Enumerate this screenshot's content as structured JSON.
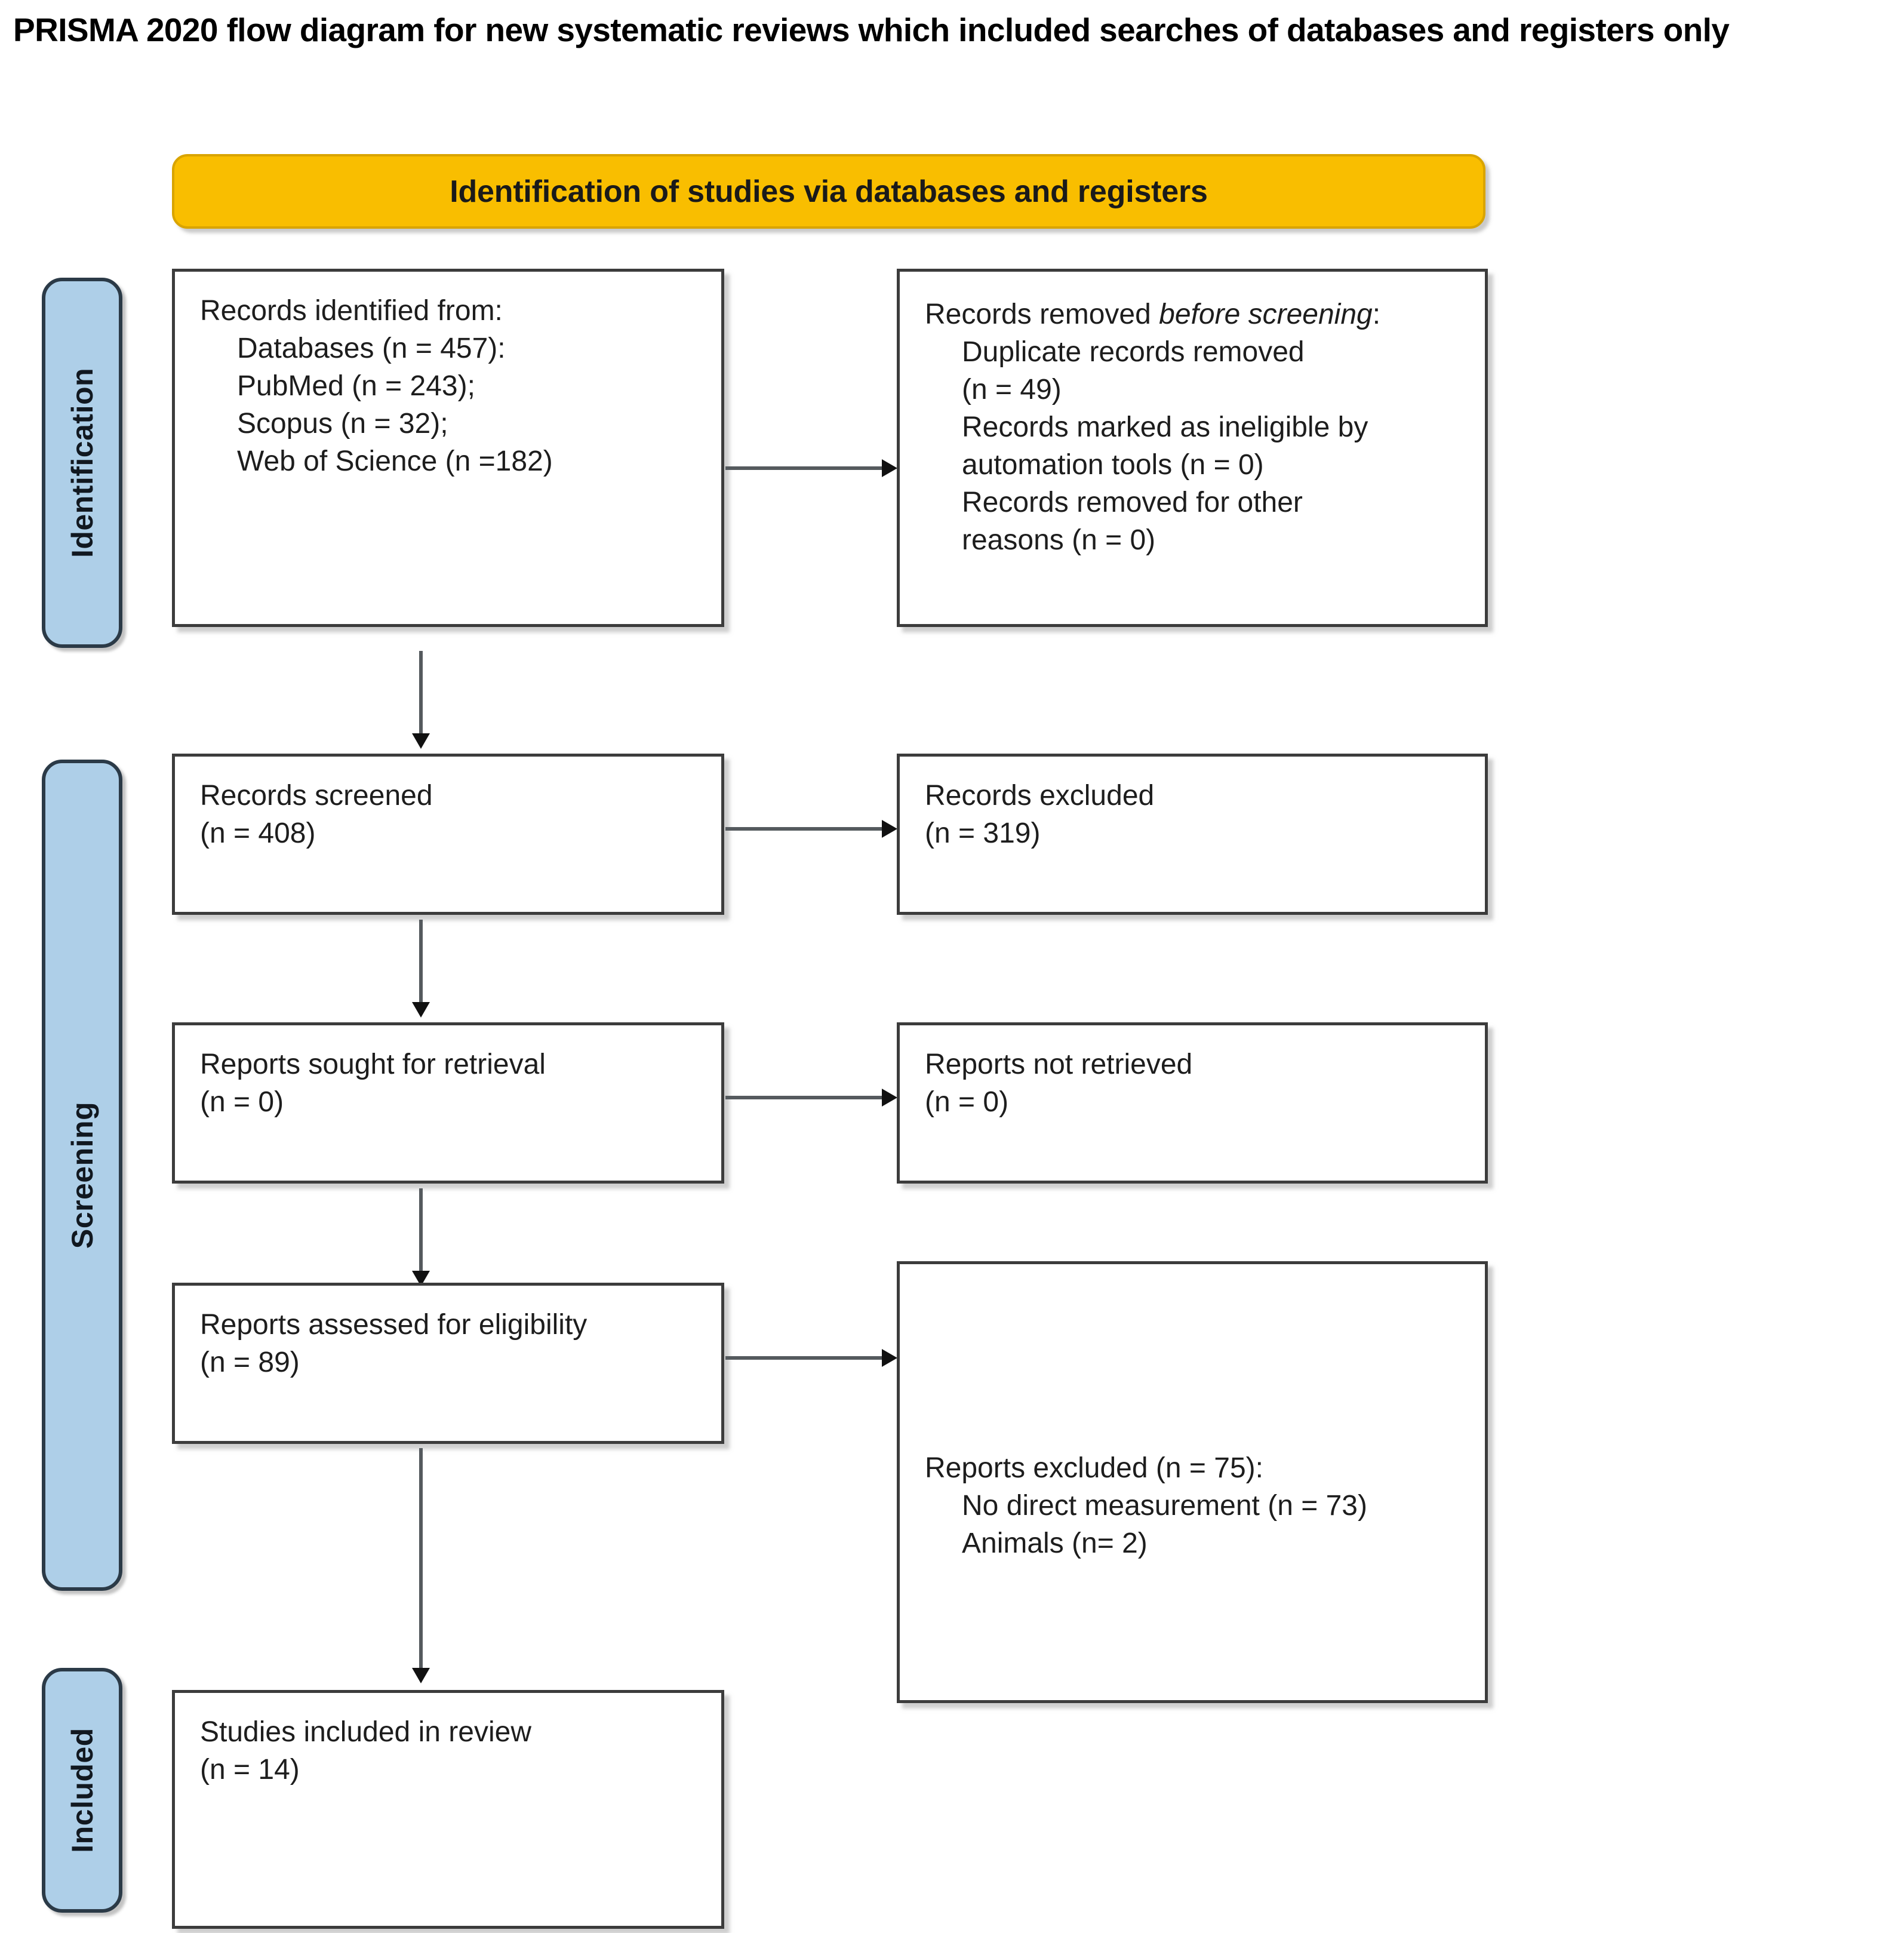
{
  "title": "PRISMA 2020 flow diagram for new systematic reviews which included searches of databases and registers only",
  "colors": {
    "banner": "#F9BE00",
    "phase_bar": "#AECFE8",
    "box_border": "#3c3c3c",
    "connector": "#555a5e",
    "text": "#1d1d1d"
  },
  "phases": [
    {
      "id": "identification",
      "label": "Identification"
    },
    {
      "id": "screening",
      "label": "Screening"
    },
    {
      "id": "included",
      "label": "Included"
    }
  ],
  "banner": {
    "label": "Identification of studies via databases and registers"
  },
  "boxes": {
    "records_identified": {
      "id": "records-identified",
      "lines": [
        {
          "text": "Records identified from:",
          "indent": 0,
          "italic": false
        },
        {
          "text": "Databases (n = 457):",
          "indent": 1,
          "italic": false
        },
        {
          "text": "PubMed (n = 243);",
          "indent": 1,
          "italic": false
        },
        {
          "text": "Scopus (n = 32);",
          "indent": 1,
          "italic": false
        },
        {
          "text": "Web of Science (n =182)",
          "indent": 1,
          "italic": false
        }
      ]
    },
    "records_removed": {
      "id": "records-removed-before-screening",
      "lines": [
        {
          "text": "Records removed ",
          "suffix_italic": "before screening",
          "suffix_after": ":",
          "indent": 0,
          "italic": false
        },
        {
          "text": "Duplicate records removed",
          "indent": 1,
          "italic": false
        },
        {
          "text": "(n = 49)",
          "indent": 1,
          "italic": false
        },
        {
          "text": "Records marked as ineligible by",
          "indent": 1,
          "italic": false
        },
        {
          "text": "automation tools (n = 0)",
          "indent": 1,
          "italic": false
        },
        {
          "text": "Records removed for other",
          "indent": 1,
          "italic": false
        },
        {
          "text": "reasons (n = 0)",
          "indent": 1,
          "italic": false
        }
      ]
    },
    "records_screened": {
      "id": "records-screened",
      "lines": [
        {
          "text": "Records screened",
          "indent": 0,
          "italic": false
        },
        {
          "text": "(n = 408)",
          "indent": 0,
          "italic": false
        }
      ]
    },
    "records_excluded": {
      "id": "records-excluded",
      "lines": [
        {
          "text": "Records excluded",
          "indent": 0,
          "italic": false
        },
        {
          "text": "(n = 319)",
          "indent": 0,
          "italic": false
        }
      ]
    },
    "reports_sought": {
      "id": "reports-sought-for-retrieval",
      "lines": [
        {
          "text": "Reports sought for retrieval",
          "indent": 0,
          "italic": false
        },
        {
          "text": "(n = 0)",
          "indent": 0,
          "italic": false
        }
      ]
    },
    "reports_not_retrieved": {
      "id": "reports-not-retrieved",
      "lines": [
        {
          "text": "Reports not retrieved",
          "indent": 0,
          "italic": false
        },
        {
          "text": "(n = 0)",
          "indent": 0,
          "italic": false
        }
      ]
    },
    "reports_assessed": {
      "id": "reports-assessed-for-eligibility",
      "lines": [
        {
          "text": "Reports assessed for eligibility",
          "indent": 0,
          "italic": false
        },
        {
          "text": "(n = 89)",
          "indent": 0,
          "italic": false
        }
      ]
    },
    "reports_excluded": {
      "id": "reports-excluded",
      "lines": [
        {
          "text": "Reports excluded (n = 75):",
          "indent": 0,
          "italic": false
        },
        {
          "text": "No direct measurement (n = 73)",
          "indent": 1,
          "italic": false
        },
        {
          "text": "Animals (n= 2)",
          "indent": 1,
          "italic": false
        }
      ]
    },
    "studies_included": {
      "id": "studies-included-in-review",
      "lines": [
        {
          "text": "Studies included in review",
          "indent": 0,
          "italic": false
        },
        {
          "text": "(n = 14)",
          "indent": 0,
          "italic": false
        }
      ]
    }
  },
  "flow": {
    "type": "prisma-flow-diagram",
    "counts": {
      "databases_total": 457,
      "pubmed": 243,
      "scopus": 32,
      "web_of_science": 182,
      "duplicates_removed": 49,
      "ineligible_automation": 0,
      "removed_other": 0,
      "records_screened": 408,
      "records_excluded": 319,
      "reports_sought": 0,
      "reports_not_retrieved": 0,
      "reports_assessed": 89,
      "reports_excluded_total": 75,
      "excluded_no_direct_measurement": 73,
      "excluded_animals": 2,
      "studies_included": 14
    }
  }
}
